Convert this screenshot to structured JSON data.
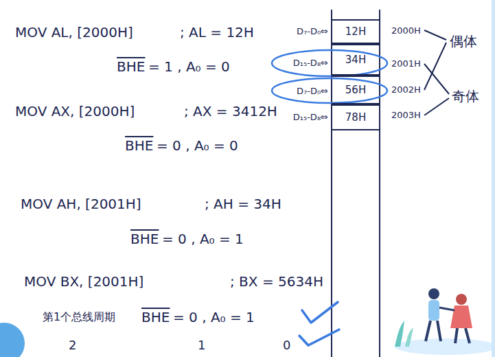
{
  "diagram": {
    "nodes": [
      {
        "text": [
          "12H"
        ]
      },
      {
        "text": [
          "34H"
        ]
      },
      {
        "text": [
          "56H"
        ]
      },
      {
        "text": [
          "78H"
        ]
      }
    ],
    "labels": [
      "MOV AL, [2000H]",
      "; AL = 12H",
      "BHE",
      "= 1 , A₀ = 0",
      "MOV AX, [2000H]",
      "; AX = 3412H",
      "BHE",
      "= 0 , A₀ = 0",
      "MOV AH, [2001H]",
      "; AH = 34H",
      "BHE",
      "= 0 , A₀ = 1",
      "MOV BX, [2001H]",
      "; BX = 5634H",
      "第1个总线周期",
      "BHE",
      "= 0 , A₀ = 1",
      "2",
      "1",
      "0",
      "D₇-D₀⇔",
      "D₁₅-D₈⇔",
      "D₇-D₀⇔",
      "D₁₅-D₈⇔",
      "2000H",
      "2001H",
      "2002H",
      "2003H",
      "偶体",
      "奇体"
    ]
  }
}
